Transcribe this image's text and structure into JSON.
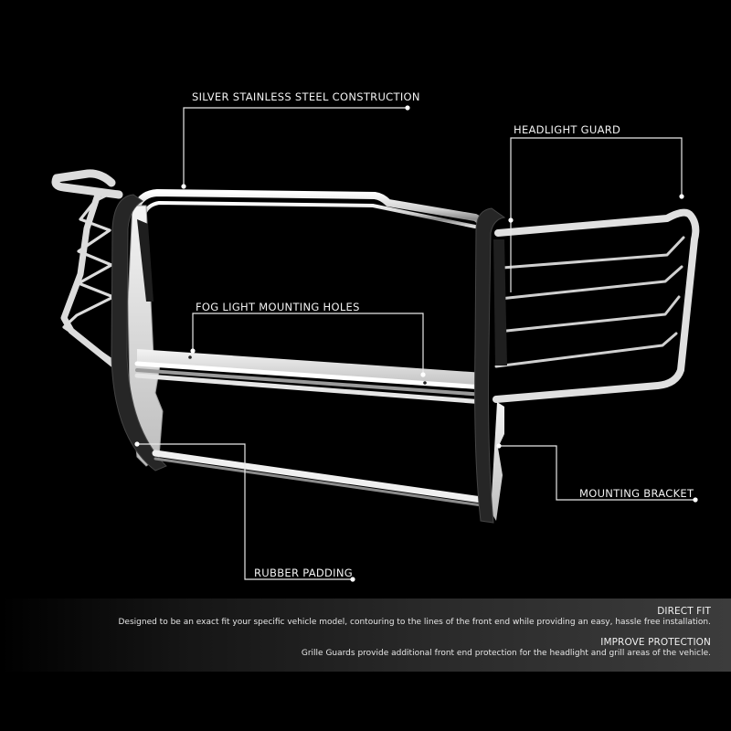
{
  "product": {
    "callouts": [
      {
        "id": "construction",
        "label": "SILVER STAINLESS STEEL CONSTRUCTION"
      },
      {
        "id": "headlight",
        "label": "HEADLIGHT GUARD"
      },
      {
        "id": "fog",
        "label": "FOG LIGHT MOUNTING HOLES"
      },
      {
        "id": "bracket",
        "label": "MOUNTING BRACKET"
      },
      {
        "id": "padding",
        "label": "RUBBER PADDING"
      }
    ]
  },
  "features": [
    {
      "title": "DIRECT FIT",
      "description": "Designed to be an exact fit your specific vehicle model, contouring to the lines of the front end while providing an easy, hassle free installation."
    },
    {
      "title": "IMPROVE PROTECTION",
      "description": "Grille Guards provide additional front end protection for the headlight and grill areas of the vehicle."
    }
  ],
  "colors": {
    "background": "#000000",
    "steel": "#d9d9d9",
    "rubber": "#2b2b2b",
    "callout_line": "#e8e8e8"
  }
}
